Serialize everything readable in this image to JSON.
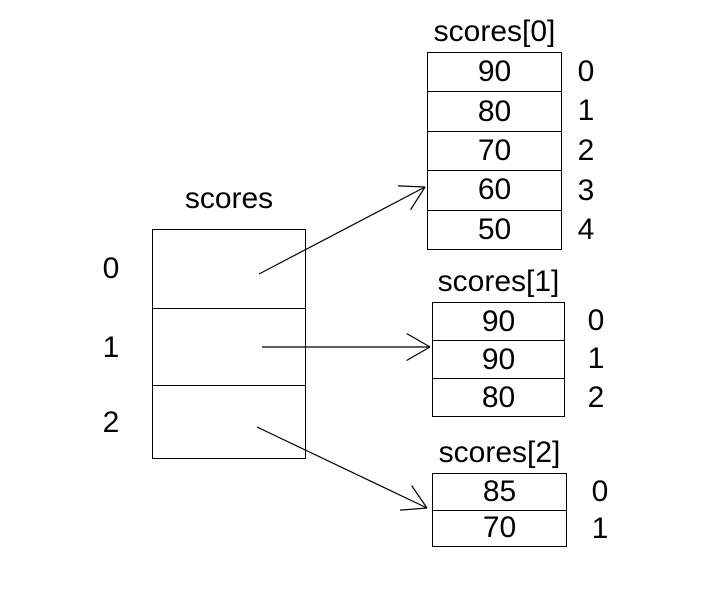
{
  "colors": {
    "background": "#ffffff",
    "ink": "#000000"
  },
  "pointer_array": {
    "label": "scores",
    "slots": [
      "0",
      "1",
      "2"
    ]
  },
  "arrays": {
    "items": [
      {
        "label": "scores[0]",
        "values": [
          "90",
          "80",
          "70",
          "60",
          "50"
        ],
        "indices": [
          "0",
          "1",
          "2",
          "3",
          "4"
        ],
        "from_slot": "0"
      },
      {
        "label": "scores[1]",
        "values": [
          "90",
          "90",
          "80"
        ],
        "indices": [
          "0",
          "1",
          "2"
        ],
        "from_slot": "1"
      },
      {
        "label": "scores[2]",
        "values": [
          "85",
          "70"
        ],
        "indices": [
          "0",
          "1"
        ],
        "from_slot": "2"
      }
    ]
  }
}
